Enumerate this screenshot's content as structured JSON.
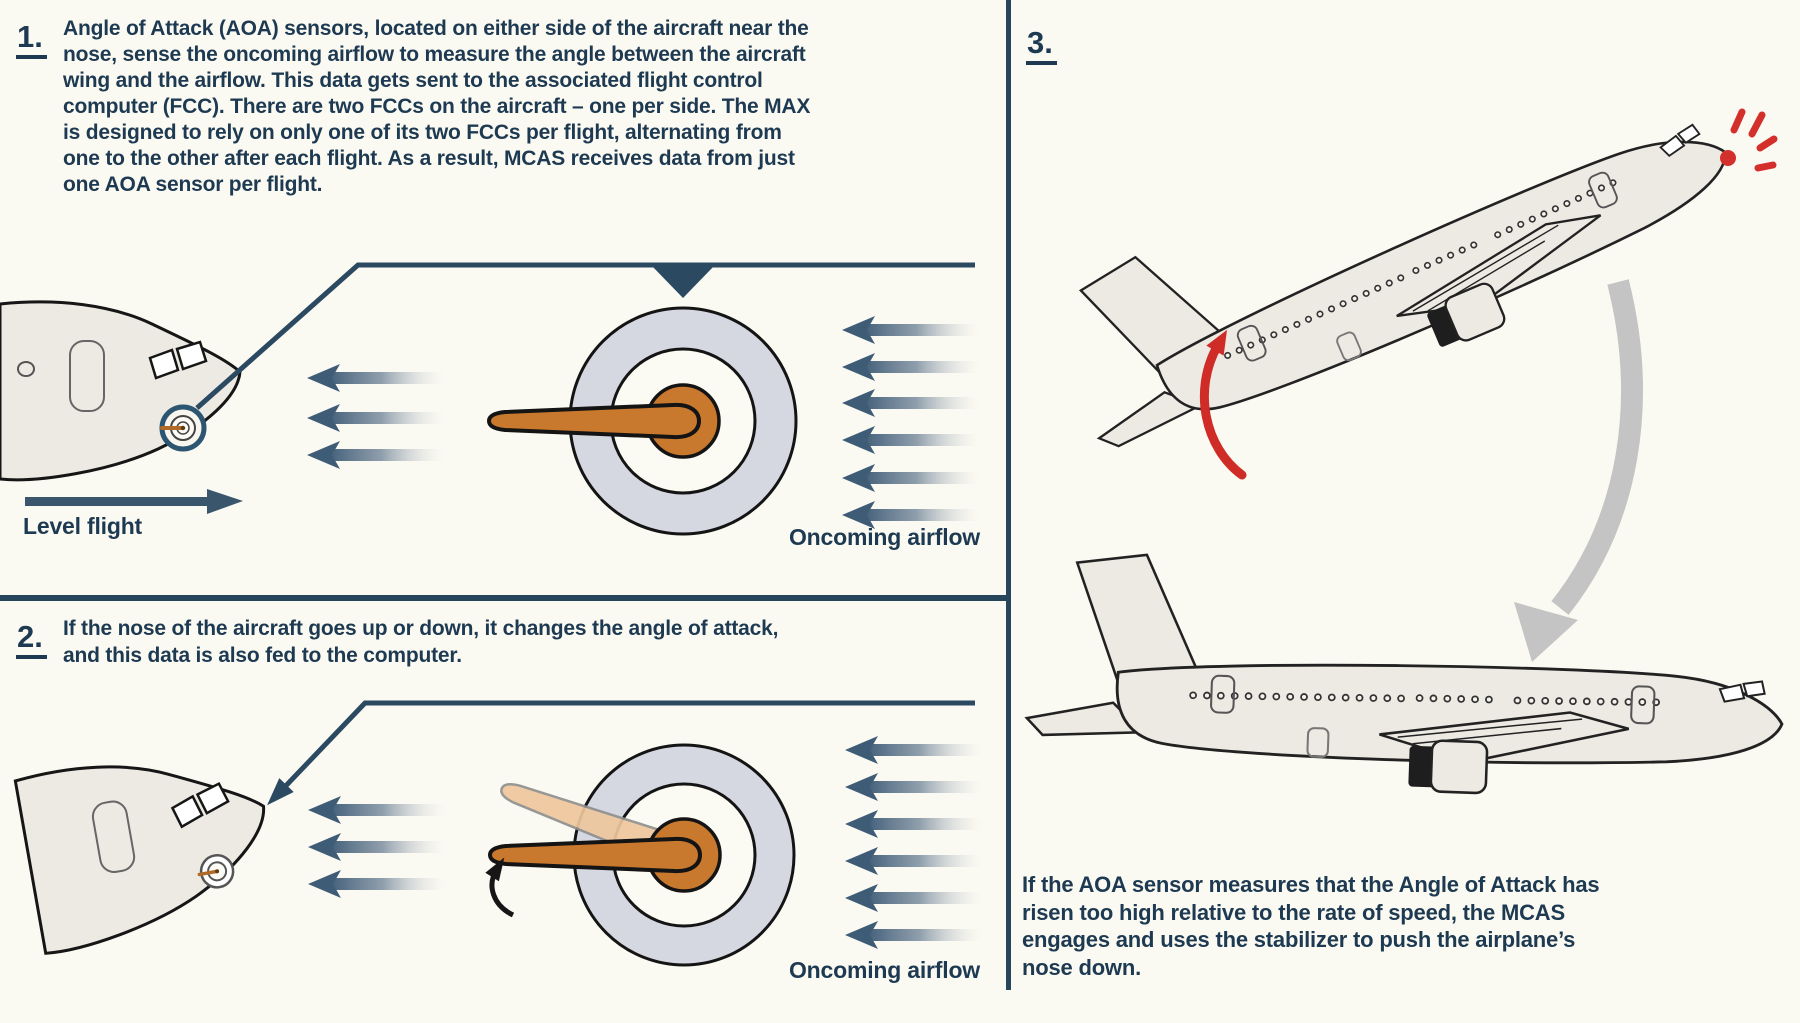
{
  "colors": {
    "background": "#FBFAF2",
    "ink": "#1E3A52",
    "divider": "#27465C",
    "callout_line": "#2B4961",
    "aircraft_fill": "#EDE9E3",
    "outline": "#161616",
    "sensor_ring": "#D5D7E1",
    "sensor_face": "#FBFAF3",
    "vane_orange": "#C9792E",
    "vane_ghost": "#EFC79D",
    "flow_arrow": "#3F5C77",
    "alert_red": "#D3302C",
    "motion_gray": "#C4C4C4"
  },
  "panel1": {
    "step_number": "1.",
    "paragraph": "Angle of Attack (AOA) sensors, located on either side of the aircraft near the\nnose, sense the oncoming airflow to measure the angle between the aircraft\nwing and the airflow. This data gets sent to the associated flight control\ncomputer (FCC). There are two FCCs on the aircraft – one per side. The MAX\nis designed to rely on only one of its two FCCs per flight, alternating from\none to the other after each flight. As a result, MCAS receives data from just\none AOA sensor per flight.",
    "label_level_flight": "Level flight",
    "label_oncoming_airflow": "Oncoming airflow"
  },
  "panel2": {
    "step_number": "2.",
    "paragraph": "If the nose of the aircraft goes up or down, it changes the angle of attack,\nand this data is also fed to the computer.",
    "label_oncoming_airflow": "Oncoming airflow"
  },
  "panel3": {
    "step_number": "3.",
    "caption": "If the AOA sensor measures that the Angle of Attack has\nrisen too high relative to the rate of speed, the MCAS\nengages and uses the stabilizer to push the airplane’s\nnose down."
  },
  "icons": {
    "airflow-arrow-icon": "left-pointing gradient arrow",
    "level-flight-arrow-icon": "solid right-pointing arrow",
    "callout-pointer-icon": "solid down triangle on callout line",
    "nose-pointer-arrow-icon": "diagonal arrow pointing at aircraft nose",
    "aoa-sensor-dial": "concentric dial with orange vane",
    "vane-rotation-arrow-icon": "small curved black arrow",
    "stabilizer-pitch-arrow-icon": "curved red arrow at tail",
    "nose-down-motion-arrow-icon": "large curved gray arrow",
    "aoa-alert-icon": "red dot with radiating dashes at nose"
  }
}
